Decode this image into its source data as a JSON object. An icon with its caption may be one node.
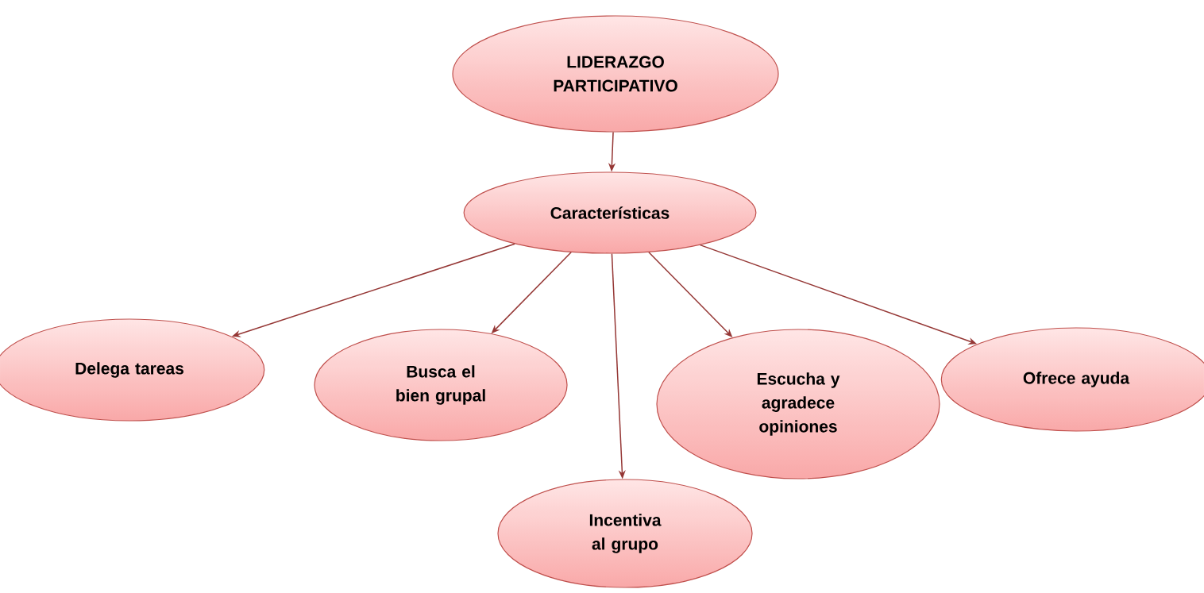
{
  "diagram": {
    "nodes": [
      {
        "text": [
          "LIDERAZGO PARTICIPATIVO"
        ]
      },
      {
        "text": [
          "Características"
        ]
      },
      {
        "text": [
          "Delega tareas"
        ]
      },
      {
        "text": [
          "Busca el bien grupal"
        ]
      },
      {
        "text": [
          "Escucha  y agradece opiniones"
        ]
      },
      {
        "text": [
          "Ofrece ayuda"
        ]
      },
      {
        "text": [
          "Incentiva al grupo"
        ]
      }
    ],
    "edges": [
      {
        "from": 0,
        "to": 1,
        "arrow": "to"
      },
      {
        "from": 1,
        "to": 2,
        "arrow": "to"
      },
      {
        "from": 1,
        "to": 3,
        "arrow": "to"
      },
      {
        "from": 1,
        "to": 6,
        "arrow": "to"
      },
      {
        "from": 1,
        "to": 4,
        "arrow": "to"
      },
      {
        "from": 1,
        "to": 5,
        "arrow": "to"
      }
    ]
  }
}
